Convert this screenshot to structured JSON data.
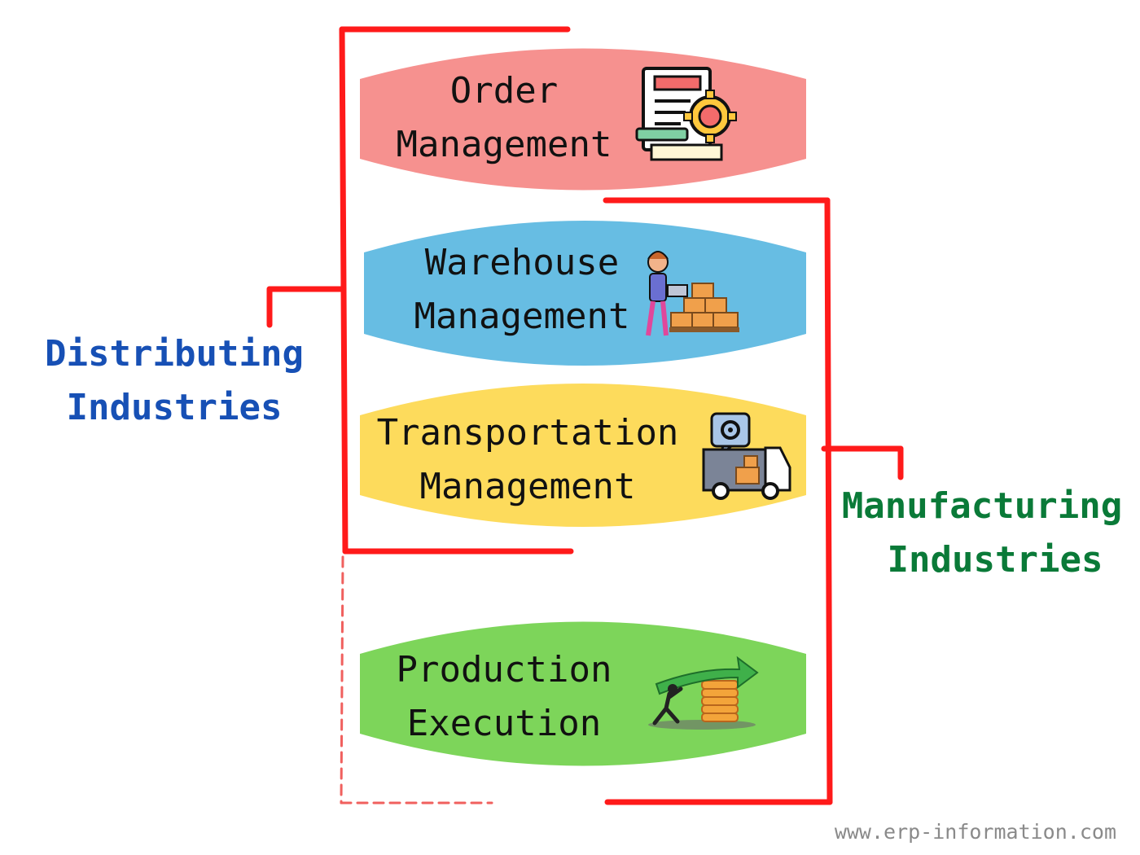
{
  "modules": [
    {
      "id": "order",
      "title_lines": [
        "Order",
        "Management"
      ],
      "color": "#f6918f",
      "icon": "order-document-gear-icon"
    },
    {
      "id": "warehouse",
      "title_lines": [
        "Warehouse",
        "Management"
      ],
      "color": "#67bde3",
      "icon": "warehouse-worker-boxes-icon"
    },
    {
      "id": "transportation",
      "title_lines": [
        "Transportation",
        "Management"
      ],
      "color": "#fddb5c",
      "icon": "delivery-truck-gear-icon"
    },
    {
      "id": "production",
      "title_lines": [
        "Production",
        "Execution"
      ],
      "color": "#7dd55a",
      "icon": "growth-arrow-coins-icon"
    }
  ],
  "groups": {
    "distributing": {
      "lines": [
        "Distributing",
        "Industries"
      ],
      "color": "#1750b5",
      "bracket_color": "#ff1a1a"
    },
    "manufacturing": {
      "lines": [
        "Manufacturing",
        "Industries"
      ],
      "color": "#0a7a38",
      "bracket_color": "#ff1a1a"
    }
  },
  "watermark": "www.erp-information.com"
}
